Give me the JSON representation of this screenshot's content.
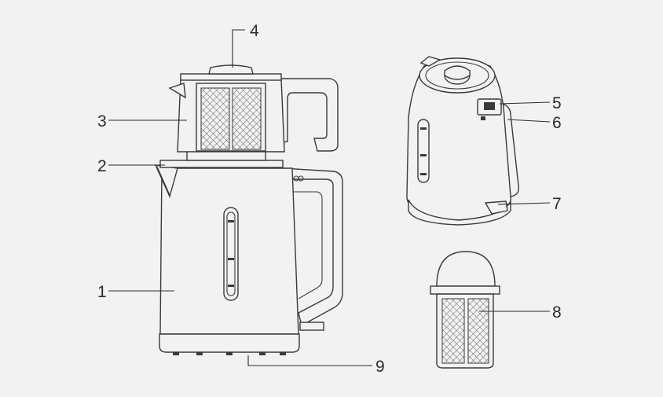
{
  "diagram": {
    "callouts": [
      {
        "id": "1",
        "label": "1"
      },
      {
        "id": "2",
        "label": "2"
      },
      {
        "id": "3",
        "label": "3"
      },
      {
        "id": "4",
        "label": "4"
      },
      {
        "id": "5",
        "label": "5"
      },
      {
        "id": "6",
        "label": "6"
      },
      {
        "id": "7",
        "label": "7"
      },
      {
        "id": "8",
        "label": "8"
      },
      {
        "id": "9",
        "label": "9"
      }
    ],
    "colors": {
      "background": "#f2f2f2",
      "line": "#3a3a3a",
      "text": "#2b2b2b"
    },
    "icons": [
      "tea-maker-illustration",
      "kettle-illustration",
      "tea-strainer-illustration",
      "power-symbol-icon"
    ]
  }
}
